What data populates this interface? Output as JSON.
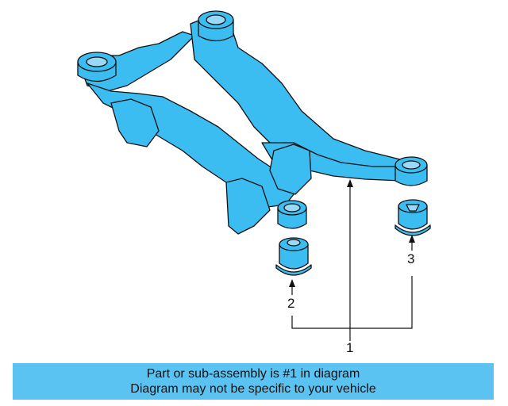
{
  "callouts": {
    "part_1": "1",
    "part_2": "2",
    "part_3": "3"
  },
  "caption": {
    "line1": "Part or sub-assembly is #1 in diagram",
    "line2": "Diagram may not be specific to your vehicle"
  },
  "colors": {
    "part_fill": "#3bbdf2",
    "outline": "#111111",
    "caption_bg": "#5bc3f2"
  }
}
